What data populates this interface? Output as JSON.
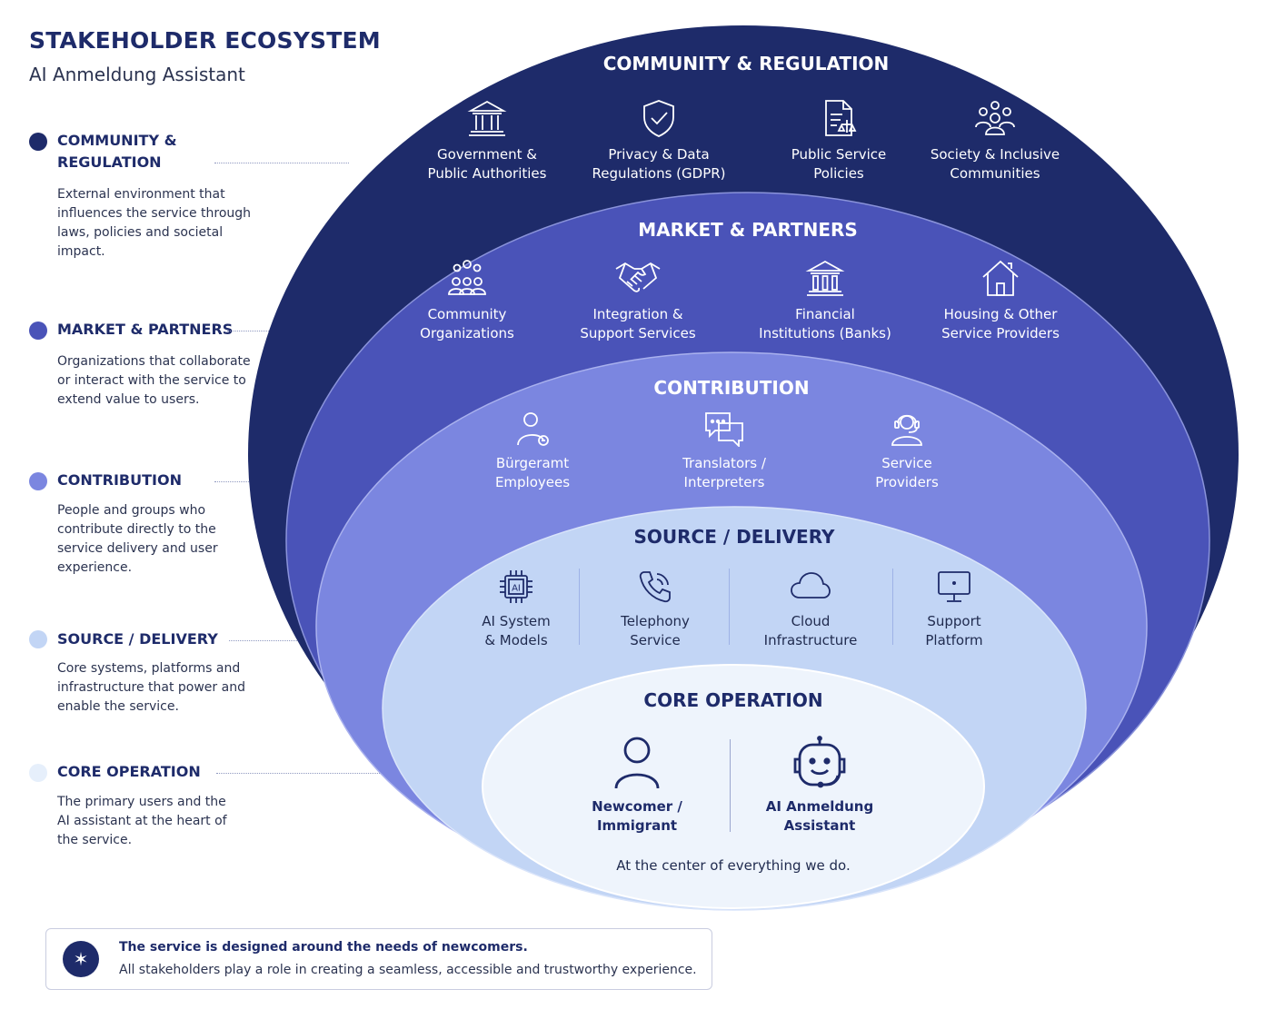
{
  "header": {
    "title": "STAKEHOLDER ECOSYSTEM",
    "subtitle": "AI Anmeldung Assistant"
  },
  "legend": [
    {
      "heading_line1": "COMMUNITY &",
      "heading_line2": "REGULATION",
      "color": "#1e2b6a",
      "desc": [
        "External environment that",
        "influences the service through",
        "laws, policies and societal",
        "impact."
      ]
    },
    {
      "heading_line1": "MARKET & PARTNERS",
      "heading_line2": "",
      "color": "#4a53b8",
      "desc": [
        "Organizations that collaborate",
        "or interact with the service to",
        "extend value to users."
      ]
    },
    {
      "heading_line1": "CONTRIBUTION",
      "heading_line2": "",
      "color": "#7b86e0",
      "desc": [
        "People and groups who",
        "contribute directly to the",
        "service delivery and user",
        "experience."
      ]
    },
    {
      "heading_line1": "SOURCE / DELIVERY",
      "heading_line2": "",
      "color": "#c2d5f5",
      "desc": [
        "Core systems, platforms and",
        "infrastructure that power and",
        "enable the service."
      ]
    },
    {
      "heading_line1": "CORE OPERATION",
      "heading_line2": "",
      "color": "#e6effb",
      "desc": [
        "The primary users and the",
        "AI assistant at the heart of",
        "the service."
      ]
    }
  ],
  "rings": {
    "community": {
      "title": "COMMUNITY & REGULATION",
      "items": [
        {
          "icon": "government-building-icon",
          "l1": "Government &",
          "l2": "Public Authorities"
        },
        {
          "icon": "shield-check-icon",
          "l1": "Privacy & Data",
          "l2": "Regulations (GDPR)"
        },
        {
          "icon": "policy-document-icon",
          "l1": "Public Service",
          "l2": "Policies"
        },
        {
          "icon": "community-group-icon",
          "l1": "Society & Inclusive",
          "l2": "Communities"
        }
      ]
    },
    "market": {
      "title": "MARKET & PARTNERS",
      "items": [
        {
          "icon": "people-group-icon",
          "l1": "Community",
          "l2": "Organizations"
        },
        {
          "icon": "handshake-icon",
          "l1": "Integration &",
          "l2": "Support Services"
        },
        {
          "icon": "bank-icon",
          "l1": "Financial",
          "l2": "Institutions (Banks)"
        },
        {
          "icon": "house-icon",
          "l1": "Housing & Other",
          "l2": "Service Providers"
        }
      ]
    },
    "contribution": {
      "title": "CONTRIBUTION",
      "items": [
        {
          "icon": "employee-icon",
          "l1": "Bürgeramt",
          "l2": "Employees"
        },
        {
          "icon": "chat-bubbles-icon",
          "l1": "Translators /",
          "l2": "Interpreters"
        },
        {
          "icon": "headset-user-icon",
          "l1": "Service",
          "l2": "Providers"
        }
      ]
    },
    "source": {
      "title": "SOURCE / DELIVERY",
      "items": [
        {
          "icon": "ai-chip-icon",
          "l1": "AI System",
          "l2": "& Models"
        },
        {
          "icon": "phone-icon",
          "l1": "Telephony",
          "l2": "Service"
        },
        {
          "icon": "cloud-icon",
          "l1": "Cloud",
          "l2": "Infrastructure"
        },
        {
          "icon": "monitor-icon",
          "l1": "Support",
          "l2": "Platform"
        }
      ]
    },
    "core": {
      "title": "CORE OPERATION",
      "items": [
        {
          "icon": "person-icon",
          "l1": "Newcomer /",
          "l2": "Immigrant"
        },
        {
          "icon": "robot-icon",
          "l1": "AI Anmeldung",
          "l2": "Assistant"
        }
      ],
      "tagline": "At the center of everything we do."
    }
  },
  "footer": {
    "icon": "star-icon",
    "line1": "The service is designed around the needs of newcomers.",
    "line2": "All stakeholders play a role in creating a seamless, accessible and trustworthy experience."
  }
}
